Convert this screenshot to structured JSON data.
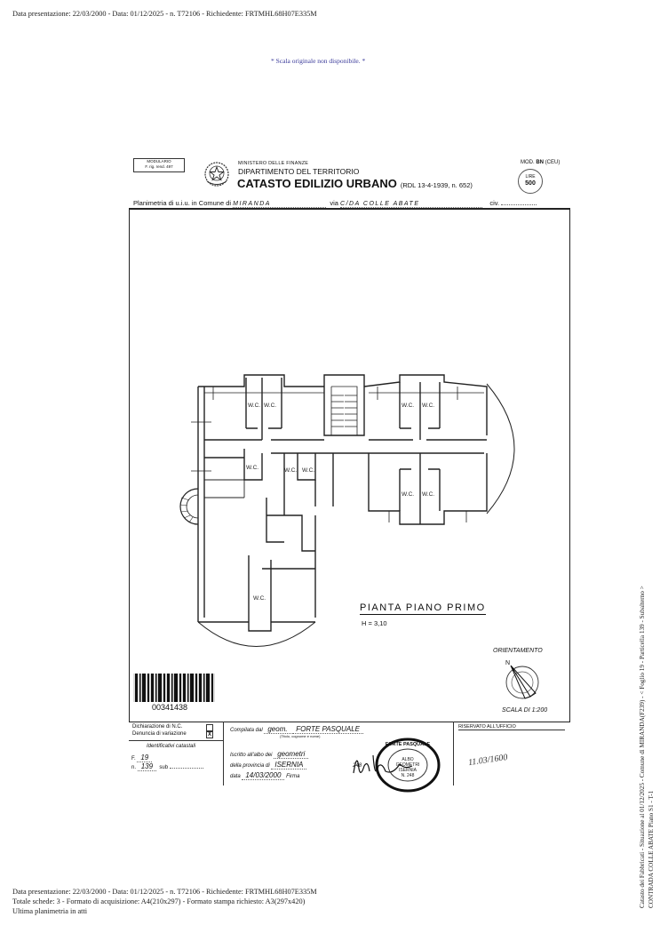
{
  "header": {
    "line1": "Data presentazione: 22/03/2000 - Data: 01/12/2025 - n. T72106 - Richiedente: FRTMHL68H07E335M"
  },
  "scale_note": "* Scala originale non disponibile. *",
  "form": {
    "modulario_line1": "MODULARIO",
    "modulario_line2": "F. rig. rend. 497",
    "ministry": "MINISTERO DELLE FINANZE",
    "department": "DIPARTIMENTO DEL TERRITORIO",
    "title": "CATASTO EDILIZIO URBANO",
    "title_ref": "(RDL 13-4-1939, n. 652)",
    "mod_prefix": "MOD.",
    "mod_code": "BN",
    "mod_suffix": "(CEU)",
    "lire_label": "LIRE",
    "lire_value": "500",
    "planimetria_label": "Planimetria di u.i.u. in Comune di",
    "comune": "MIRANDA",
    "via_label": "via",
    "via": "C/DA   COLLE   ABATE",
    "civ_label": "civ."
  },
  "plan": {
    "rooms": [
      "W.C.",
      "W.C.",
      "W.C.",
      "W.C.",
      "W.C.",
      "W.C.",
      "W.C.",
      "W.C.",
      "W.C."
    ],
    "title": "PIANTA   PIANO   PRIMO",
    "height": "H = 3,10",
    "orientation_label": "ORIENTAMENTO",
    "north": "N",
    "scale": "SCALA DI 1:200"
  },
  "barcode": {
    "number": "00341438"
  },
  "bottom_form": {
    "dichiarazione_nc": "Dichiarazione di N.C.",
    "dichiarazione_nc_checked": "",
    "denuncia_variazione": "Denuncia di variazione",
    "denuncia_variazione_checked": "X",
    "identificativi": "Identificativi catastali",
    "foglio_label": "F.",
    "foglio": "19",
    "particella_label": "n.",
    "particella": "139",
    "sub_label": "sub",
    "sub": "",
    "compilata_label": "Compilata dal",
    "compilata_title": "geom.",
    "compilata_name": "FORTE PASQUALE",
    "compilata_hint": "(Titolo, cognome e nome)",
    "iscritto_label": "Iscritto all'albo dei",
    "albo": "geometri",
    "provincia_label": "della provincia di",
    "provincia": "ISERNIA",
    "numero_albo": "248",
    "data_label": "data",
    "data": "14/03/2000",
    "firma_label": "Firma",
    "riservato": "RISERVATO ALL'UFFICIO",
    "ufficio_note": "11.03/1600",
    "stamp_text": "FORTE PASQUALE · ALBO GEOMETRI ISERNIA N. 248"
  },
  "footer": {
    "line1": "Data presentazione: 22/03/2000 - Data: 01/12/2025 - n. T72106 - Richiedente: FRTMHL68H07E335M",
    "line2": "Totale schede: 3 - Formato di acquisizione: A4(210x297)  - Formato stampa richiesto: A3(297x420)",
    "line3": "Ultima planimetria in atti"
  },
  "side_text": {
    "line1": "Catasto dei Fabbricati - Situazione al 01/12/2025 - Comune di MIRANDA(F239) - < Foglio 19 - Particella 139 - Subalterno >",
    "line2": "CONTRADA COLLE ABATE Piano S1 - T-1"
  }
}
